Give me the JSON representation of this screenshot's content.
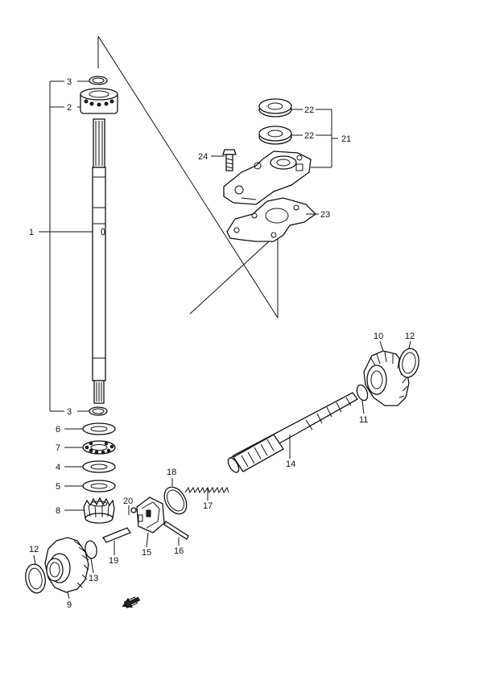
{
  "callouts": [
    {
      "id": "p1",
      "text": "1"
    },
    {
      "id": "p2",
      "text": "2"
    },
    {
      "id": "p3a",
      "text": "3"
    },
    {
      "id": "p3b",
      "text": "3"
    },
    {
      "id": "p4",
      "text": "4"
    },
    {
      "id": "p5",
      "text": "5"
    },
    {
      "id": "p6",
      "text": "6"
    },
    {
      "id": "p7",
      "text": "7"
    },
    {
      "id": "p8",
      "text": "8"
    },
    {
      "id": "p9",
      "text": "9"
    },
    {
      "id": "p10",
      "text": "10"
    },
    {
      "id": "p11",
      "text": "11"
    },
    {
      "id": "p12a",
      "text": "12"
    },
    {
      "id": "p12b",
      "text": "12"
    },
    {
      "id": "p13",
      "text": "13"
    },
    {
      "id": "p14",
      "text": "14"
    },
    {
      "id": "p15",
      "text": "15"
    },
    {
      "id": "p16",
      "text": "16"
    },
    {
      "id": "p17",
      "text": "17"
    },
    {
      "id": "p18",
      "text": "18"
    },
    {
      "id": "p19",
      "text": "19"
    },
    {
      "id": "p20",
      "text": "20"
    },
    {
      "id": "p21",
      "text": "21"
    },
    {
      "id": "p22a",
      "text": "22"
    },
    {
      "id": "p22b",
      "text": "22"
    },
    {
      "id": "p23",
      "text": "23"
    },
    {
      "id": "p24",
      "text": "24"
    }
  ],
  "icons": {
    "direction_indicator": "fwd-arrow-icon"
  }
}
